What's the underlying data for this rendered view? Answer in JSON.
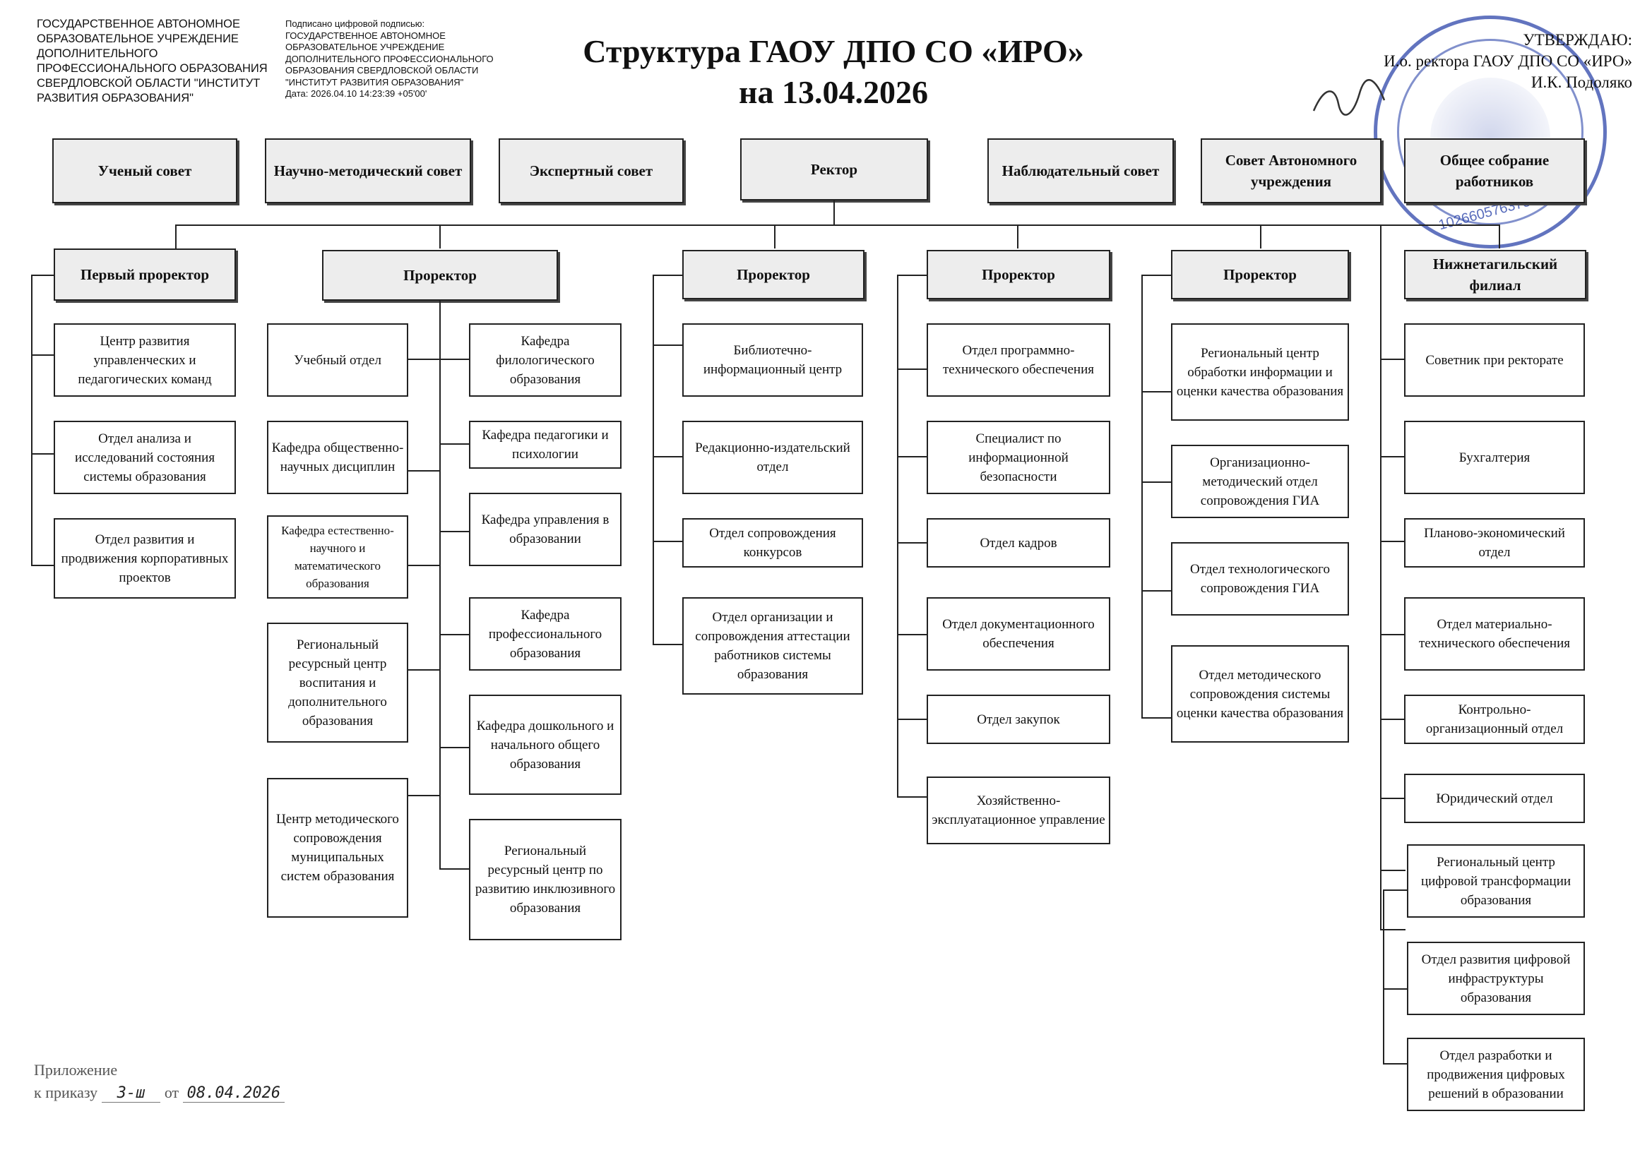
{
  "header": {
    "org": "ГОСУДАРСТВЕННОЕ АВТОНОМНОЕ\nОБРАЗОВАТЕЛЬНОЕ УЧРЕЖДЕНИЕ\nДОПОЛНИТЕЛЬНОГО\nПРОФЕССИОНАЛЬНОГО ОБРАЗОВАНИЯ\nСВЕРДЛОВСКОЙ ОБЛАСТИ \"ИНСТИТУТ\nРАЗВИТИЯ ОБРАЗОВАНИЯ\"",
    "signature": "Подписано цифровой подписью:\nГОСУДАРСТВЕННОЕ АВТОНОМНОЕ\nОБРАЗОВАТЕЛЬНОЕ УЧРЕЖДЕНИЕ\nДОПОЛНИТЕЛЬНОГО ПРОФЕССИОНАЛЬНОГО\nОБРАЗОВАНИЯ СВЕРДЛОВСКОЙ ОБЛАСТИ\n\"ИНСТИТУТ РАЗВИТИЯ ОБРАЗОВАНИЯ\"\nДата: 2026.04.10 14:23:39 +05'00'",
    "title_line1": "Структура ГАОУ ДПО СО «ИРО»",
    "title_line2": "на 13.04.2026",
    "approve_line1": "УТВЕРЖДАЮ:",
    "approve_line2": "И.о. ректора ГАОУ ДПО СО «ИРО»",
    "approve_line3": "И.К. Подоляко"
  },
  "stamp": {
    "code": "1026605763736",
    "color": "#2d46aa"
  },
  "governance": {
    "scientific_council": "Ученый совет",
    "methodical_council": "Научно-методический совет",
    "expert_council": "Экспертный совет",
    "rector": "Ректор",
    "supervisory_board": "Наблюдательный совет",
    "autonomous_council": "Совет Автономного учреждения",
    "general_meeting": "Общее собрание работников"
  },
  "columns": {
    "first_prorector": {
      "head": "Первый проректор",
      "items": [
        "Центр развития управленческих и педагогических команд",
        "Отдел анализа и исследований состояния системы образования",
        "Отдел развития и продвижения корпоративных проектов"
      ]
    },
    "prorector2": {
      "head": "Проректор",
      "left": [
        "Учебный отдел",
        "Кафедра общественно-научных дисциплин",
        "Кафедра естественно-научного и математического образования",
        "Региональный ресурсный центр воспитания и дополнительного образования",
        "Центр методического сопровождения муниципальных систем образования"
      ],
      "right": [
        "Кафедра филологического образования",
        "Кафедра педагогики и психологии",
        "Кафедра управления в образовании",
        "Кафедра профессионального образования",
        "Кафедра дошкольного и начального общего образования",
        "Региональный ресурсный центр по развитию инклюзивного образования"
      ]
    },
    "prorector3": {
      "head": "Проректор",
      "items": [
        "Библиотечно-информационный центр",
        "Редакционно-издательский отдел",
        "Отдел сопровождения конкурсов",
        "Отдел организации и сопровождения аттестации работников системы образования"
      ]
    },
    "prorector4": {
      "head": "Проректор",
      "items": [
        "Отдел программно-технического обеспечения",
        "Специалист по информационной безопасности",
        "Отдел кадров",
        "Отдел документационного обеспечения",
        "Отдел закупок",
        "Хозяйственно-эксплуатационное управление"
      ]
    },
    "prorector5": {
      "head": "Проректор",
      "items": [
        "Региональный центр обработки информации и оценки качества образования",
        "Организационно-методический отдел сопровождения ГИА",
        "Отдел технологического сопровождения ГИА",
        "Отдел методического сопровождения системы оценки качества образования"
      ]
    },
    "branch": {
      "head": "Нижнетагильский филиал",
      "items": [
        "Советник при ректорате",
        "Бухгалтерия",
        "Планово-экономический отдел",
        "Отдел материально-технического обеспечения",
        "Контрольно-организационный отдел",
        "Юридический отдел",
        "Региональный центр цифровой трансформации образования",
        "Отдел развития цифровой инфраструктуры образования",
        "Отдел разработки и продвижения цифровых решений в образовании"
      ]
    }
  },
  "footer": {
    "line1": "Приложение",
    "line2_prefix": "к приказу",
    "order_number": "3-ш",
    "from_label": "от",
    "order_date": "08.04.2026"
  }
}
